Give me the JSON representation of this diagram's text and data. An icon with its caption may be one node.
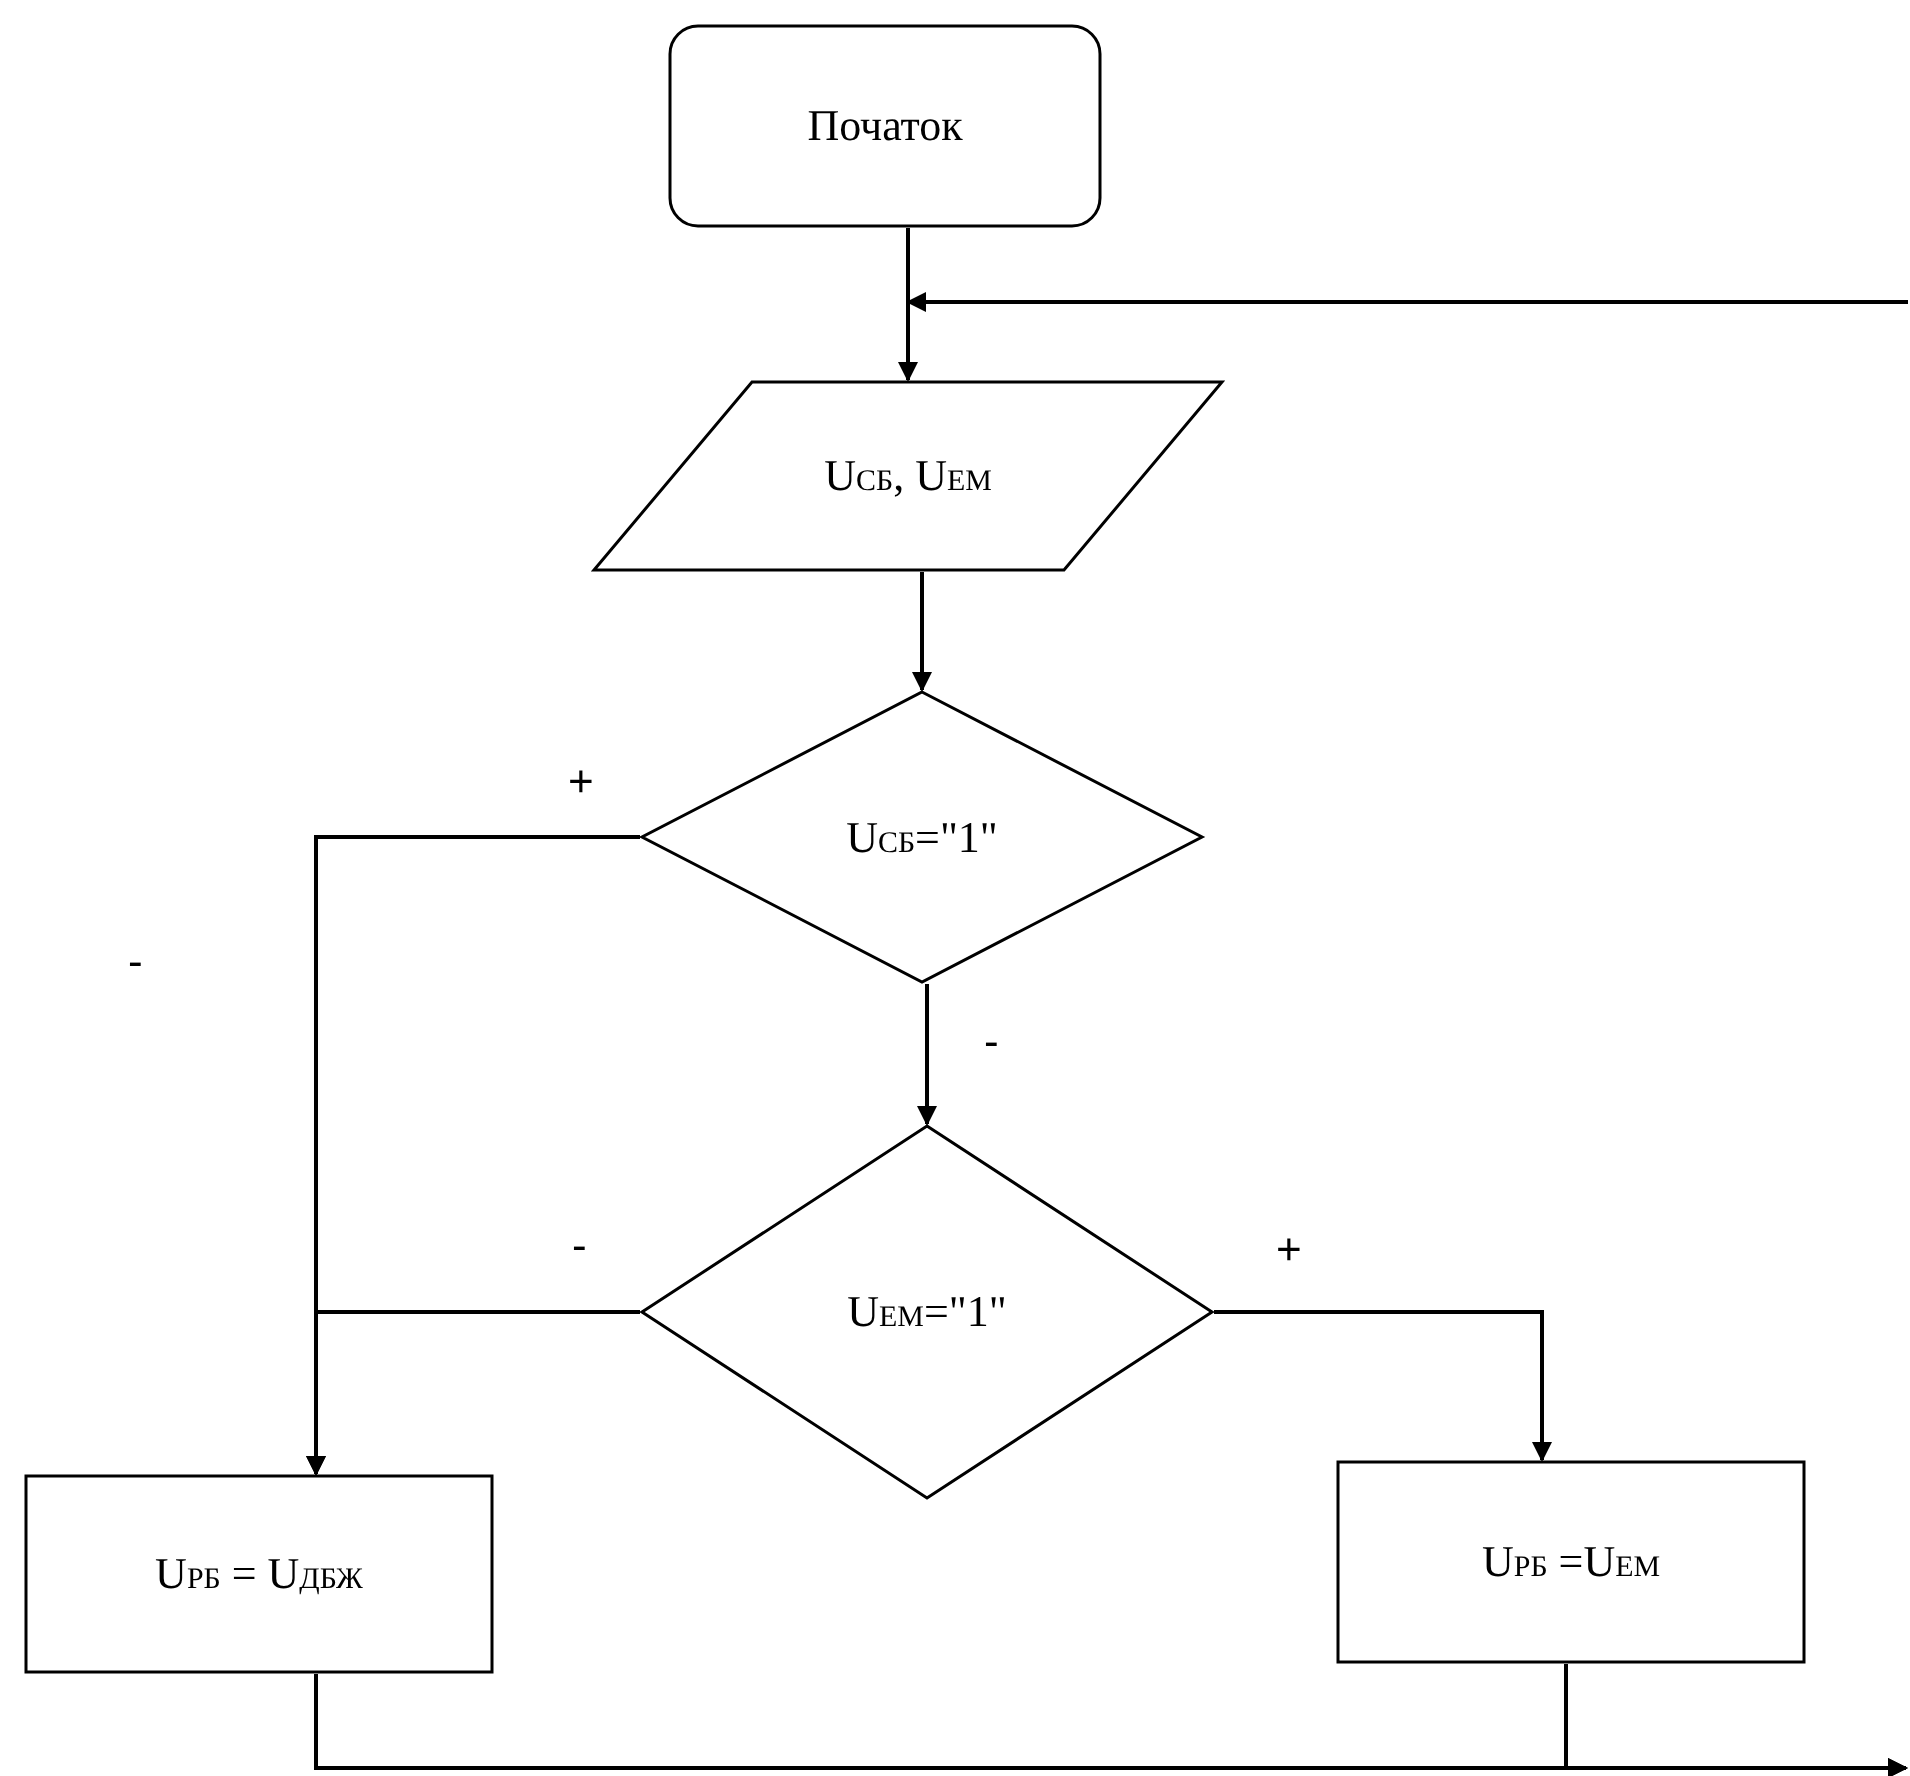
{
  "diagram": {
    "nodes": [
      {
        "text": [
          "Початок"
        ]
      },
      {
        "text": [
          "U$_{СБ}$,  U$_{ЕМ}$"
        ]
      },
      {
        "text": [
          "U$_{СБ}$=\"1\""
        ]
      },
      {
        "text": [
          "U$_{ЕМ}$=\"1\""
        ]
      },
      {
        "text": [
          "U$_{РБ}$ = U$_{ДБЖ}$"
        ]
      },
      {
        "text": [
          "U$_{РБ}$ =U$_{ЕМ}$"
        ]
      }
    ],
    "edges": [
      {
        "from": 0,
        "to": 1,
        "arrow": "to"
      },
      {
        "from": null,
        "to": 1,
        "arrow": "to"
      },
      {
        "from": 1,
        "to": 2,
        "arrow": "to"
      },
      {
        "from": 2,
        "to": 4,
        "arrow": "to",
        "label": "+"
      },
      {
        "from": 2,
        "to": 3,
        "arrow": "to",
        "label": "-"
      },
      {
        "from": 3,
        "to": 4,
        "arrow": "to",
        "label": "-"
      },
      {
        "from": 3,
        "to": 5,
        "arrow": "to",
        "label": "+"
      },
      {
        "from": 4,
        "to": null,
        "arrow": "to"
      },
      {
        "from": 5,
        "to": null,
        "arrow": "to"
      }
    ],
    "labels": [
      "-"
    ]
  }
}
